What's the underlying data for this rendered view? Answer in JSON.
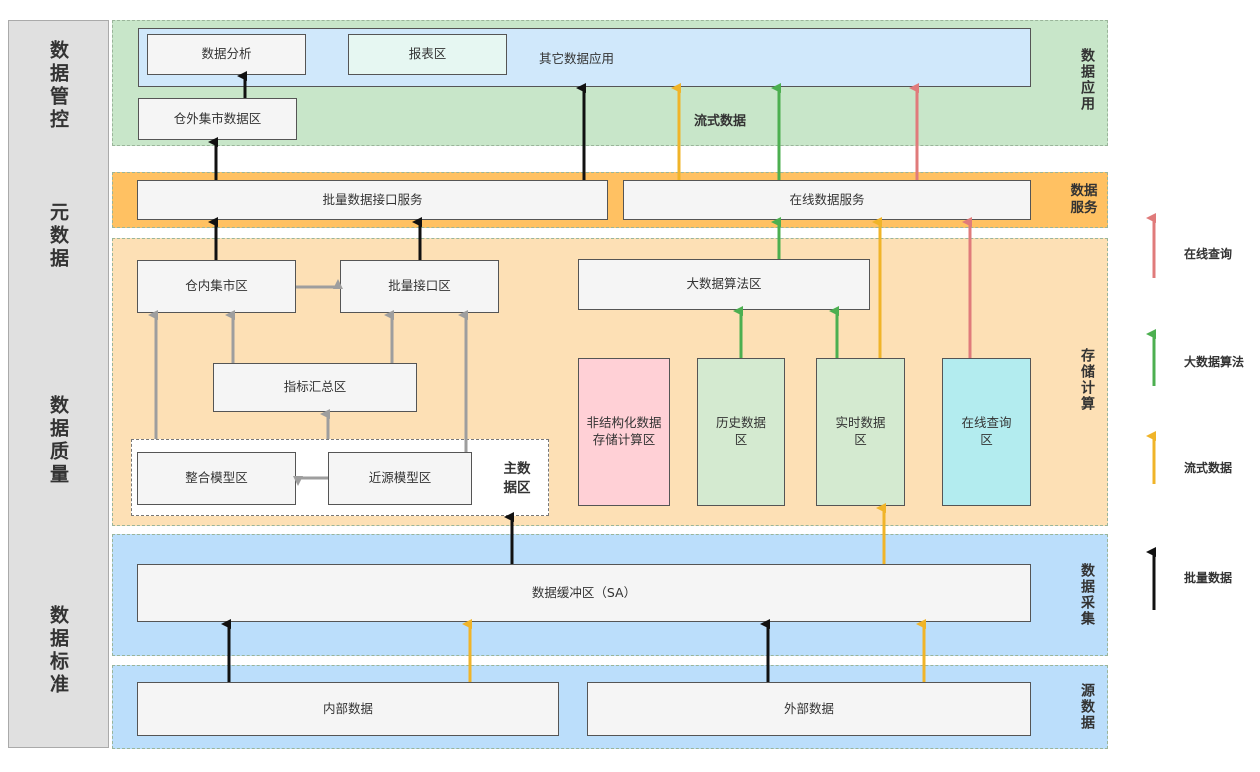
{
  "sidebar": {
    "items": [
      "数据管控",
      "元数据",
      "数据质量",
      "数据标准"
    ]
  },
  "bands": {
    "app": "数据应用",
    "service": "数据服务",
    "storage": "存储计算",
    "collect": "数据采集",
    "source": "源数据"
  },
  "boxes": {
    "data_analysis": "数据分析",
    "report": "报表区",
    "other_apps": "其它数据应用",
    "mart_outside": "仓外集市数据区",
    "stream_label": "流式数据",
    "batch_interface_service": "批量数据接口服务",
    "online_service": "在线数据服务",
    "mart_inside": "仓内集市区",
    "batch_interface": "批量接口区",
    "bigdata_algo": "大数据算法区",
    "indicator_summary": "指标汇总区",
    "unstructured": "非结构化数据存储计算区",
    "history": "历史数据区",
    "realtime": "实时数据区",
    "online_query": "在线查询区",
    "integrated_model": "整合模型区",
    "near_source_model": "近源模型区",
    "master_data": "主数据区",
    "buffer": "数据缓冲区（SA）",
    "internal": "内部数据",
    "external": "外部数据"
  },
  "legend": [
    {
      "label": "在线查询",
      "color": "#e07b7b"
    },
    {
      "label": "大数据算法",
      "color": "#4caf50"
    },
    {
      "label": "流式数据",
      "color": "#f0b429"
    },
    {
      "label": "批量数据",
      "color": "#111111"
    }
  ],
  "colors": {
    "app_bg": "#c8e6c9",
    "service_bg": "#ffc162",
    "storage_bg": "#fde0b5",
    "collect_bg": "#bbdefb",
    "source_bg": "#bbdefb",
    "other_apps_bg": "#d0e8fb",
    "report_bg": "#e6f7f2",
    "unstructured_bg": "#ffd0d6",
    "history_bg": "#d4ead0",
    "realtime_bg": "#d4ead0",
    "online_query_bg": "#b3ecef"
  }
}
